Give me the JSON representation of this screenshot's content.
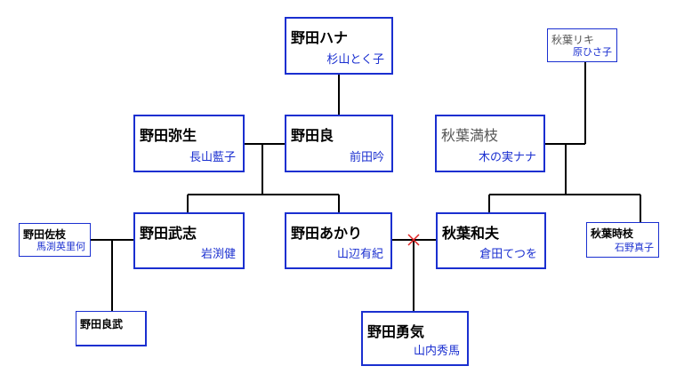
{
  "people": {
    "nodaHana": {
      "name": "野田ハナ",
      "actor": "杉山とく子"
    },
    "nodaRyo": {
      "name": "野田良",
      "actor": "前田吟"
    },
    "nodaYayoi": {
      "name": "野田弥生",
      "actor": "長山藍子"
    },
    "nodaTakeshi": {
      "name": "野田武志",
      "actor": "岩渕健"
    },
    "nodaAkari": {
      "name": "野田あかり",
      "actor": "山辺有紀"
    },
    "nodaSae": {
      "name": "野田佐枝",
      "actor": "馬渕英里何"
    },
    "nodaRyobu": {
      "name": "野田良武",
      "actor": ""
    },
    "nodaYuki": {
      "name": "野田勇気",
      "actor": "山内秀馬"
    },
    "akibaRiki": {
      "name": "秋葉リキ",
      "actor": "原ひさ子"
    },
    "akibaMie": {
      "name": "秋葉満枝",
      "actor": "木の実ナナ"
    },
    "akibaKazuo": {
      "name": "秋葉和夫",
      "actor": "倉田てつを"
    },
    "akibaTokie": {
      "name": "秋葉時枝",
      "actor": "石野真子"
    }
  },
  "colors": {
    "border": "#1a2fd0",
    "line": "#000000",
    "divorce_mark": "#e02020"
  }
}
